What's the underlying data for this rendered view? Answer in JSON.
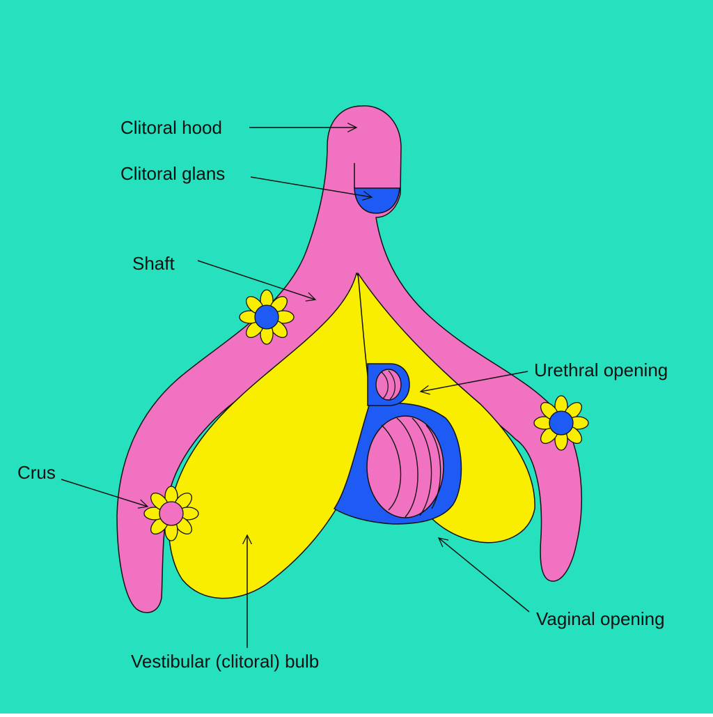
{
  "diagram": {
    "labels": {
      "clitoral_hood": "Clitoral hood",
      "clitoral_glans": "Clitoral glans",
      "shaft": "Shaft",
      "urethral_opening": "Urethral opening",
      "crus": "Crus",
      "vaginal_opening": "Vaginal opening",
      "vestibular_bulb": "Vestibular (clitoral) bulb"
    },
    "colors": {
      "background": "#27E0BE",
      "body": "#F072C0",
      "bulb": "#F9EE00",
      "accent_blue": "#1E5BF5",
      "outline": "#111111",
      "flower_petal": "#F9EE00"
    },
    "icons": [
      "flower-icon"
    ]
  }
}
